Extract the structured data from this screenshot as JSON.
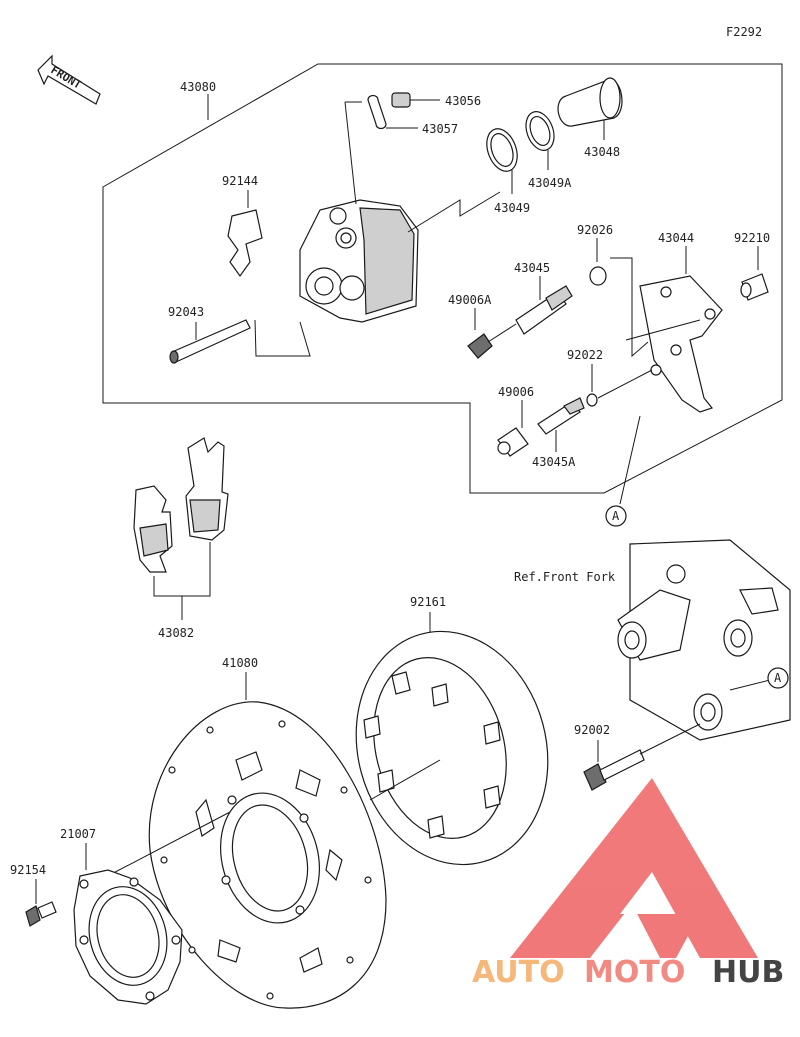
{
  "figure_code": "F2292",
  "front_label": "FRONT",
  "ref_label": "Ref.Front Fork",
  "section_marker": "A",
  "parts": {
    "p43080": "43080",
    "p43056": "43056",
    "p43057": "43057",
    "p43048": "43048",
    "p43049A": "43049A",
    "p43049": "43049",
    "p92144": "92144",
    "p92026": "92026",
    "p43044": "43044",
    "p92210": "92210",
    "p43045": "43045",
    "p49006A": "49006A",
    "p92043": "92043",
    "p92022": "92022",
    "p49006": "49006",
    "p43045A": "43045A",
    "p43082": "43082",
    "p92161": "92161",
    "p41080": "41080",
    "p92002": "92002",
    "p21007": "21007",
    "p92154": "92154"
  },
  "watermark": {
    "part1": "AUTO",
    "part2": "MOTO",
    "part3": "HUB",
    "color1": "#f5b77a",
    "color2": "#f08a82",
    "color3": "#444444",
    "logo_color": "#f06a6a"
  }
}
